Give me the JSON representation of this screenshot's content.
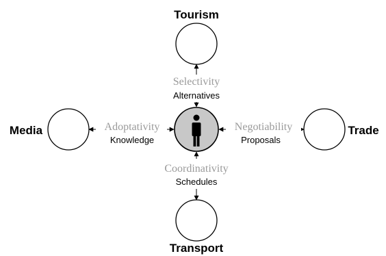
{
  "nodes": {
    "top": {
      "title": "Tourism"
    },
    "left": {
      "title": "Media"
    },
    "right": {
      "title": "Trade"
    },
    "bottom": {
      "title": "Transport"
    }
  },
  "links": {
    "top": {
      "attribute": "Selectivity",
      "item": "Alternatives"
    },
    "left": {
      "attribute": "Adoptativity",
      "item": "Knowledge"
    },
    "right": {
      "attribute": "Negotiability",
      "item": "Proposals"
    },
    "bottom": {
      "attribute": "Coordinativity",
      "item": "Schedules"
    }
  },
  "center": {
    "icon": "person-icon",
    "fill_color": "#c8c8c8"
  },
  "colors": {
    "attribute_text": "#9a9a9a",
    "item_text": "#000000"
  }
}
